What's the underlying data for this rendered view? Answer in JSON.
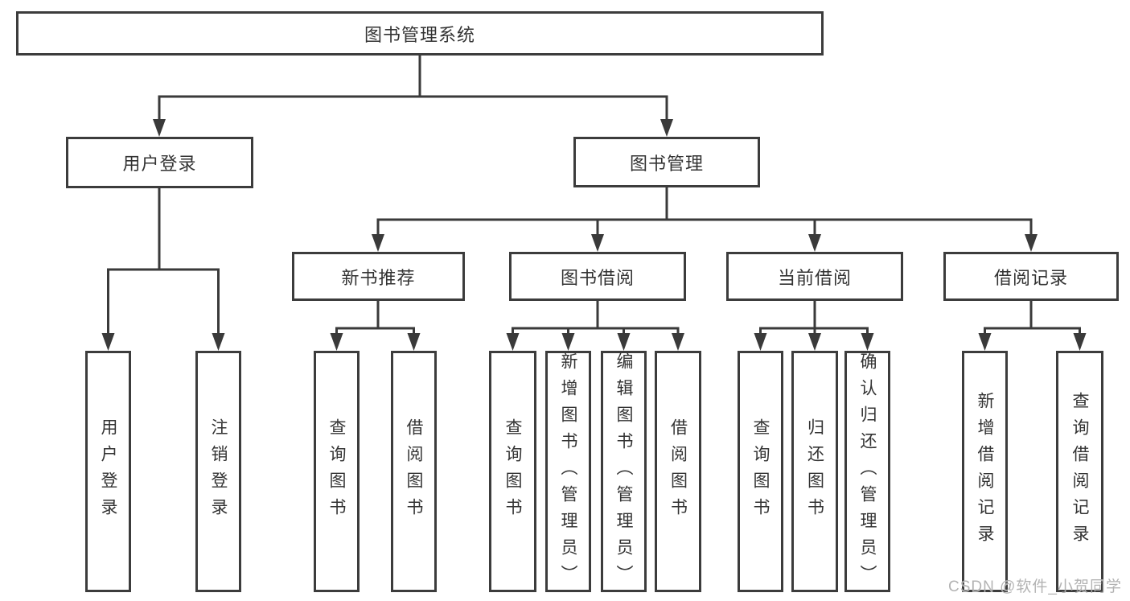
{
  "title": "图书管理系统",
  "watermark": "CSDN @软件_小贺同学",
  "colors": {
    "line": "#3a3a3a",
    "box_border": "#3c3c3c",
    "text": "#333333",
    "watermark": "#adadad",
    "background": "#ffffff"
  },
  "tree": {
    "root": "图书管理系统",
    "children": [
      {
        "label": "用户登录",
        "children": [
          {
            "label": "用户登录"
          },
          {
            "label": "注销登录"
          }
        ]
      },
      {
        "label": "图书管理",
        "children": [
          {
            "label": "新书推荐",
            "children": [
              {
                "label": "查询图书"
              },
              {
                "label": "借阅图书"
              }
            ]
          },
          {
            "label": "图书借阅",
            "children": [
              {
                "label": "查询图书"
              },
              {
                "label": "新增图书（管理员）"
              },
              {
                "label": "编辑图书（管理员）"
              },
              {
                "label": "借阅图书"
              }
            ]
          },
          {
            "label": "当前借阅",
            "children": [
              {
                "label": "查询图书"
              },
              {
                "label": "归还图书"
              },
              {
                "label": "确认归还（管理员）"
              }
            ]
          },
          {
            "label": "借阅记录",
            "children": [
              {
                "label": "新增借阅记录"
              },
              {
                "label": "查询借阅记录"
              }
            ]
          }
        ]
      }
    ]
  }
}
